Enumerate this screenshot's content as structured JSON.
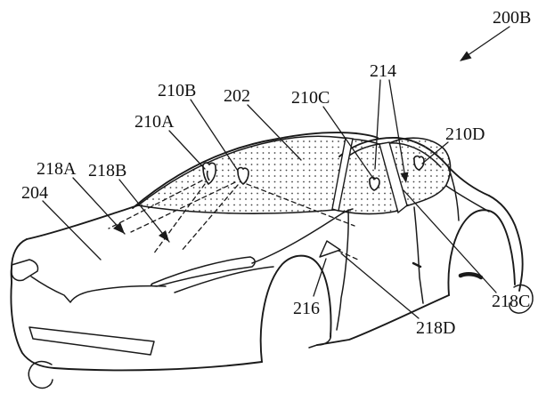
{
  "figure": {
    "background_color": "#ffffff",
    "ink_color": "#1a1a1a",
    "stipple_color": "#444444",
    "reference_labels": [
      {
        "ref": "200B",
        "target": "overall-vehicle"
      },
      {
        "ref": "214",
        "target": "b-pillar-sensors"
      },
      {
        "ref": "210B",
        "target": "windshield-sensor-right"
      },
      {
        "ref": "202",
        "target": "windshield-glass"
      },
      {
        "ref": "210C",
        "target": "b-pillar-window-sensor"
      },
      {
        "ref": "210D",
        "target": "rear-quarter-window-sensor"
      },
      {
        "ref": "210A",
        "target": "windshield-sensor-left"
      },
      {
        "ref": "218A",
        "target": "hood-field-of-view-left"
      },
      {
        "ref": "218B",
        "target": "hood-field-of-view-right"
      },
      {
        "ref": "204",
        "target": "hood"
      },
      {
        "ref": "216",
        "target": "fender-sensor"
      },
      {
        "ref": "218D",
        "target": "fender-sensor-field-of-view"
      },
      {
        "ref": "218C",
        "target": "rear-wheel-arch-marker"
      }
    ]
  }
}
